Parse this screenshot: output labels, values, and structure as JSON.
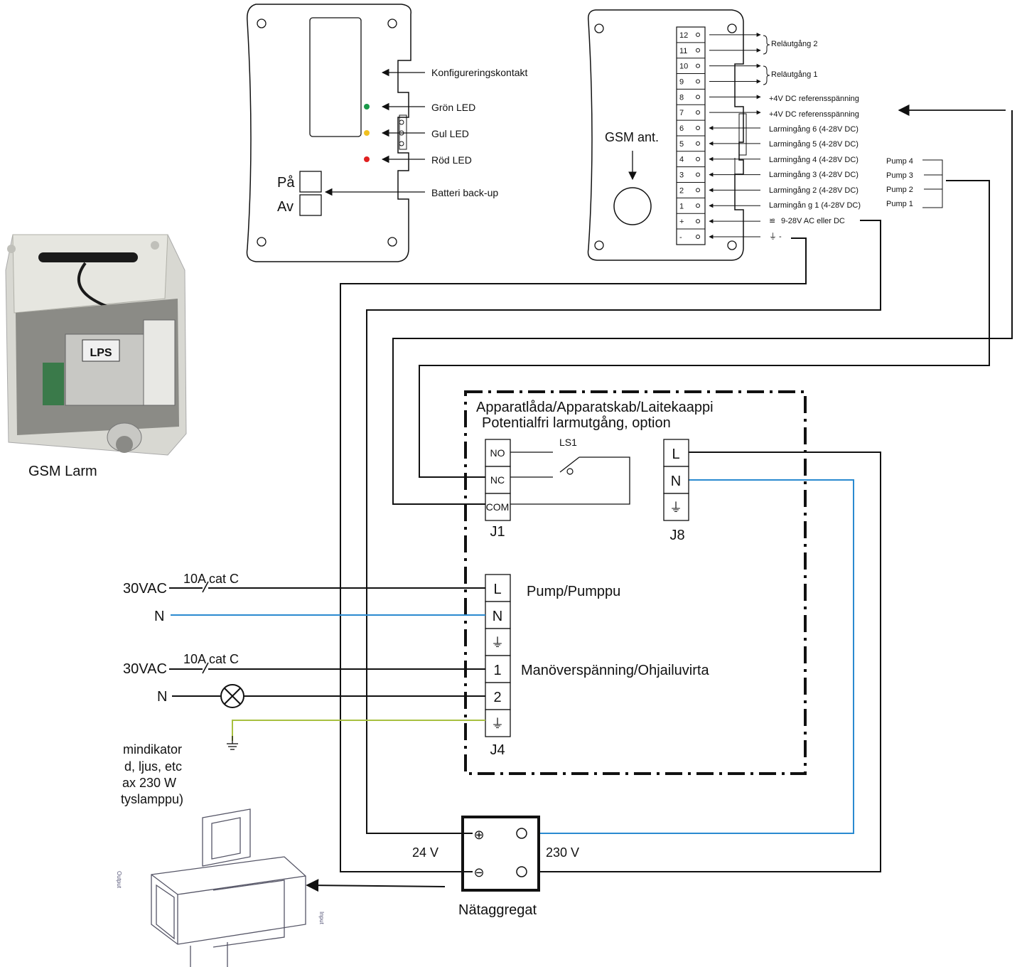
{
  "left_panel": {
    "connector_label": "Konfigureringskontakt",
    "leds": [
      {
        "label": "Grön  LED",
        "color": "#1a9a4a"
      },
      {
        "label": "Gul  LED",
        "color": "#f0c020"
      },
      {
        "label": "Röd  LED",
        "color": "#e02020"
      }
    ],
    "battery": {
      "on": "På",
      "off": "Av",
      "label": "Batteri back-up"
    }
  },
  "right_panel": {
    "antenna_label": "GSM ant.",
    "terminals": [
      "12",
      "11",
      "10",
      "9",
      "8",
      "7",
      "6",
      "5",
      "4",
      "3",
      "2",
      "1",
      "+",
      "-"
    ],
    "relay2": "Reläutgång  2",
    "relay1": "Reläutgång  1",
    "ref_voltage": [
      "+4V  DC  referensspänning",
      "+4V  DC  referensspänning"
    ],
    "alarm_inputs": [
      "Larmingång  6 (4-28V  DC)",
      "Larmingång  5 (4-28V  DC)",
      "Larmingång  4 (4-28V  DC)",
      "Larmingång  3 (4-28V  DC)",
      "Larmingång  2 (4-28V  DC)",
      "Larmingån g  1 (4-28V  DC)"
    ],
    "supply_plus": "9-28V  AC  eller DC",
    "supply_minus": "⏚  -",
    "pumps": [
      "Pump 4",
      "Pump 3",
      "Pump 2",
      "Pump 1"
    ]
  },
  "photo_label": "GSM Larm",
  "cabinet": {
    "title": "Apparatlåda/Apparatskab/Laitekaappi",
    "option_label": "Potentialfri larmutgång, option",
    "option_color": "#e03030",
    "switch_label": "LS1",
    "j1": {
      "name": "J1",
      "terminals": [
        "NO",
        "NC",
        "COM"
      ]
    },
    "j8": {
      "name": "J8",
      "terminals": [
        "L",
        "N",
        "⏚"
      ]
    },
    "j4": {
      "name": "J4",
      "terminals": [
        "L",
        "N",
        "⏚",
        "1",
        "2",
        "⏚"
      ]
    },
    "pump_label": "Pump/Pumppu",
    "control_label": "Manöverspänning/Ohjailuvirta"
  },
  "supply_lines": {
    "line1_voltage": "30VAC",
    "line1_breaker": "10A  cat C",
    "line1_neutral": "N",
    "line2_voltage": "30VAC",
    "line2_breaker": "10A  cat C",
    "line2_neutral": "N",
    "indicator_text": [
      "mindikator",
      "d, ljus, etc",
      "ax 230 W",
      "tyslamppu)"
    ]
  },
  "power_supply": {
    "label": "Nätaggregat",
    "low_voltage": "24 V",
    "high_voltage": "230 V",
    "plus_symbol": "⊕",
    "minus_symbol": "⊖"
  },
  "adapter_image": {
    "output_label": "Output",
    "input_label": "Input"
  },
  "colors": {
    "neutral_wire": "#2a8ad0",
    "earth_wire": "#a8c040",
    "line": "#111111"
  }
}
